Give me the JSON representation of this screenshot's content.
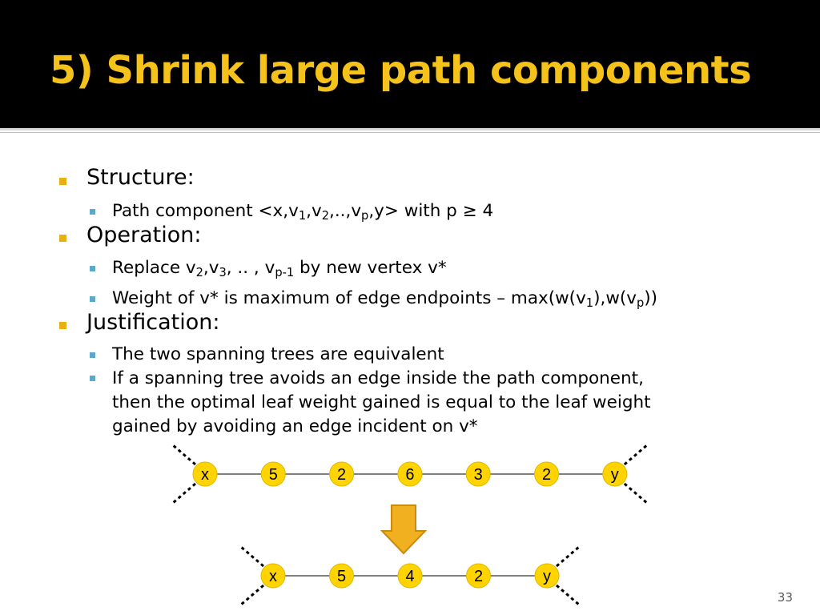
{
  "slide": {
    "title": "5) Shrink large path components",
    "number": "33"
  },
  "bullets": {
    "structure": {
      "heading": "Structure:",
      "item1": {
        "a": "Path component <x,v",
        "s1": "1",
        "b": ",v",
        "s2": "2",
        "c": ",..,v",
        "s3": "p",
        "d": ",y> with p ≥ 4"
      }
    },
    "operation": {
      "heading": "Operation:",
      "item1": {
        "a": "Replace v",
        "s1": "2",
        "b": ",v",
        "s2": "3",
        "c": ", .. , v",
        "s3": "p-1",
        "d": " by new vertex v*"
      },
      "item2": {
        "a": "Weight of v* is maximum of edge endpoints – max(w(v",
        "s1": "1",
        "b": "),w(v",
        "s2": "p",
        "c": "))"
      }
    },
    "justification": {
      "heading": "Justification:",
      "item1": "The two spanning trees are equivalent",
      "item2": {
        "line1": "If a spanning tree avoids an edge inside the path component,",
        "line2": "then the optimal leaf weight gained is equal to the leaf weight",
        "line3": "gained by avoiding an edge incident on v*"
      }
    }
  },
  "diagram": {
    "top_path": [
      "x",
      "5",
      "2",
      "6",
      "3",
      "2",
      "y"
    ],
    "bottom_path": [
      "x",
      "5",
      "4",
      "2",
      "y"
    ]
  },
  "colors": {
    "title_background": "#000000",
    "title_text": "#f4c21a",
    "node_fill": "#ffd400",
    "arrow_fill": "#f0b020",
    "level1_bullet": "#e8b012",
    "level2_bullet": "#5fa8c9"
  }
}
